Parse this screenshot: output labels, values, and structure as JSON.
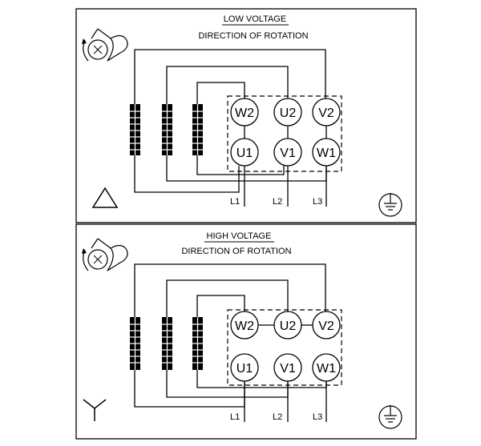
{
  "panels": [
    {
      "title": "LOW VOLTAGE",
      "subtitle": "DIRECTION OF ROTATION",
      "connection": "delta",
      "terminals_top": [
        "W2",
        "U2",
        "V2"
      ],
      "terminals_bottom": [
        "U1",
        "V1",
        "W1"
      ],
      "lines": [
        "L1",
        "L2",
        "L3"
      ]
    },
    {
      "title": "HIGH VOLTAGE",
      "subtitle": "DIRECTION OF ROTATION",
      "connection": "star",
      "terminals_top": [
        "W2",
        "U2",
        "V2"
      ],
      "terminals_bottom": [
        "U1",
        "V1",
        "W1"
      ],
      "lines": [
        "L1",
        "L2",
        "L3"
      ]
    }
  ],
  "icons": {
    "rotation": "motor-rotation-icon",
    "ground": "ground-icon",
    "delta": "delta-symbol-icon",
    "star": "star-symbol-icon"
  }
}
